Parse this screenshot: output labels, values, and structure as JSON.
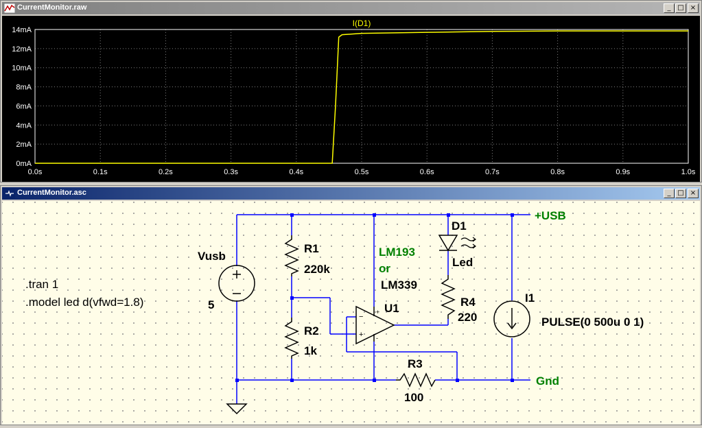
{
  "plot_window": {
    "title": "CurrentMonitor.raw",
    "buttons": {
      "minimize": "_",
      "maximize": "□",
      "close": "×"
    }
  },
  "schematic_window": {
    "title": "CurrentMonitor.asc",
    "buttons": {
      "minimize": "_",
      "maximize": "□",
      "close": "×"
    }
  },
  "chart_data": {
    "type": "line",
    "series": [
      {
        "name": "I(D1)",
        "color": "#ffff00",
        "x": [
          0.0,
          0.1,
          0.2,
          0.3,
          0.4,
          0.45,
          0.455,
          0.46,
          0.465,
          0.47,
          0.5,
          0.6,
          0.7,
          0.8,
          0.9,
          1.0
        ],
        "y": [
          0.0,
          0.0,
          0.0,
          0.0,
          0.0,
          0.0,
          0.0,
          6.0,
          13.2,
          13.45,
          13.6,
          13.7,
          13.8,
          13.85,
          13.85,
          13.85
        ]
      }
    ],
    "x_ticks": [
      "0.0s",
      "0.1s",
      "0.2s",
      "0.3s",
      "0.4s",
      "0.5s",
      "0.6s",
      "0.7s",
      "0.8s",
      "0.9s",
      "1.0s"
    ],
    "y_ticks": [
      "0mA",
      "2mA",
      "4mA",
      "6mA",
      "8mA",
      "10mA",
      "12mA",
      "14mA"
    ],
    "xlim": [
      0,
      1.0
    ],
    "ylim": [
      0,
      14
    ],
    "grid": true,
    "background": "#000000"
  },
  "schematic": {
    "labels": {
      "vusb_name": "Vusb",
      "vusb_value": "5",
      "r1_name": "R1",
      "r1_value": "220k",
      "r2_name": "R2",
      "r2_value": "1k",
      "r3_name": "R3",
      "r3_value": "100",
      "r4_name": "R4",
      "r4_value": "220",
      "d1_name": "D1",
      "d1_model": "Led",
      "u1_name": "U1",
      "u1_note_line1": "LM193",
      "u1_note_line2": "or",
      "u1_note_line3": "LM339",
      "i1_name": "I1",
      "i1_value": "PULSE(0 500u 0 1)",
      "net_usb": "+USB",
      "net_gnd": "Gnd",
      "directive_tran": ".tran 1",
      "directive_model": ".model led d(vfwd=1.8)"
    },
    "colors": {
      "wire": "#0000ff",
      "component": "#000000",
      "netlabel": "#008000",
      "comment": "#008000"
    }
  }
}
